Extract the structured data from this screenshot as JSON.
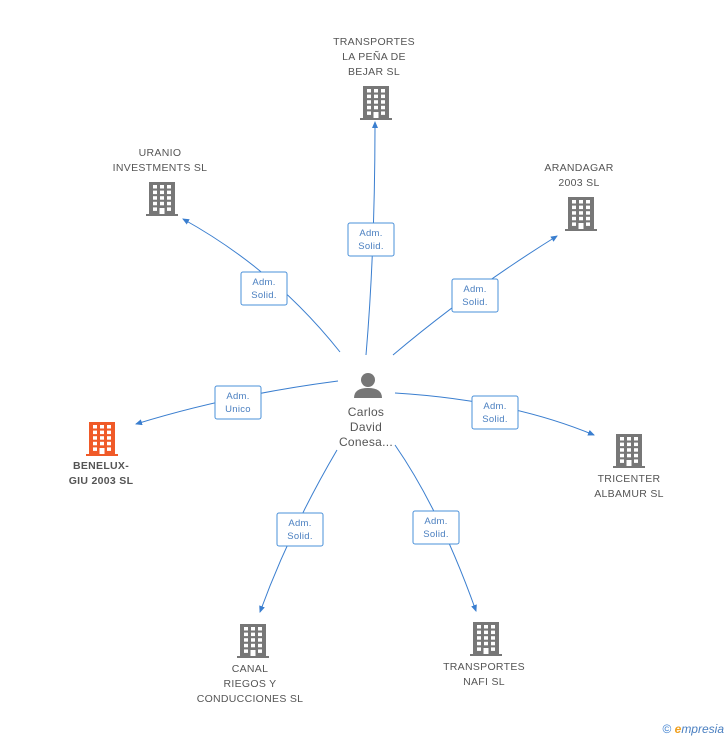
{
  "center": {
    "name_lines": [
      "Carlos",
      "David",
      "Conesa..."
    ]
  },
  "companies": [
    {
      "id": "transportes-pena",
      "lines": [
        "TRANSPORTES",
        "LA PEÑA DE",
        "BEJAR SL"
      ],
      "role": [
        "Adm.",
        "Solid."
      ],
      "highlight": false
    },
    {
      "id": "uranio",
      "lines": [
        "URANIO",
        "INVESTMENTS SL"
      ],
      "role": [
        "Adm.",
        "Solid."
      ],
      "highlight": false
    },
    {
      "id": "arandagar",
      "lines": [
        "ARANDAGAR",
        "2003 SL"
      ],
      "role": [
        "Adm.",
        "Solid."
      ],
      "highlight": false
    },
    {
      "id": "benelux",
      "lines": [
        "BENELUX-",
        "GIU 2003 SL"
      ],
      "role": [
        "Adm.",
        "Unico"
      ],
      "highlight": true
    },
    {
      "id": "tricenter",
      "lines": [
        "TRICENTER",
        "ALBAMUR SL"
      ],
      "role": [
        "Adm.",
        "Solid."
      ],
      "highlight": false
    },
    {
      "id": "canal",
      "lines": [
        "CANAL",
        "RIEGOS Y",
        "CONDUCCIONES SL"
      ],
      "role": [
        "Adm.",
        "Solid."
      ],
      "highlight": false
    },
    {
      "id": "transportes-nafi",
      "lines": [
        "TRANSPORTES",
        "NAFI SL"
      ],
      "role": [
        "Adm.",
        "Solid."
      ],
      "highlight": false
    }
  ],
  "colors": {
    "building": "#777777",
    "highlight": "#f05a28",
    "edge": "#3a7ecf",
    "person": "#777777"
  },
  "footer": {
    "copyright": "©",
    "brand": "mpresia",
    "brand_initial": "e"
  }
}
